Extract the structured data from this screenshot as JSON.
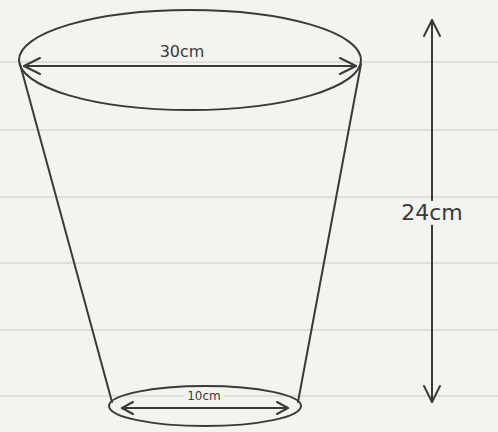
{
  "diagram": {
    "labels": [
      "30cm",
      "24cm",
      "10cm"
    ]
  }
}
